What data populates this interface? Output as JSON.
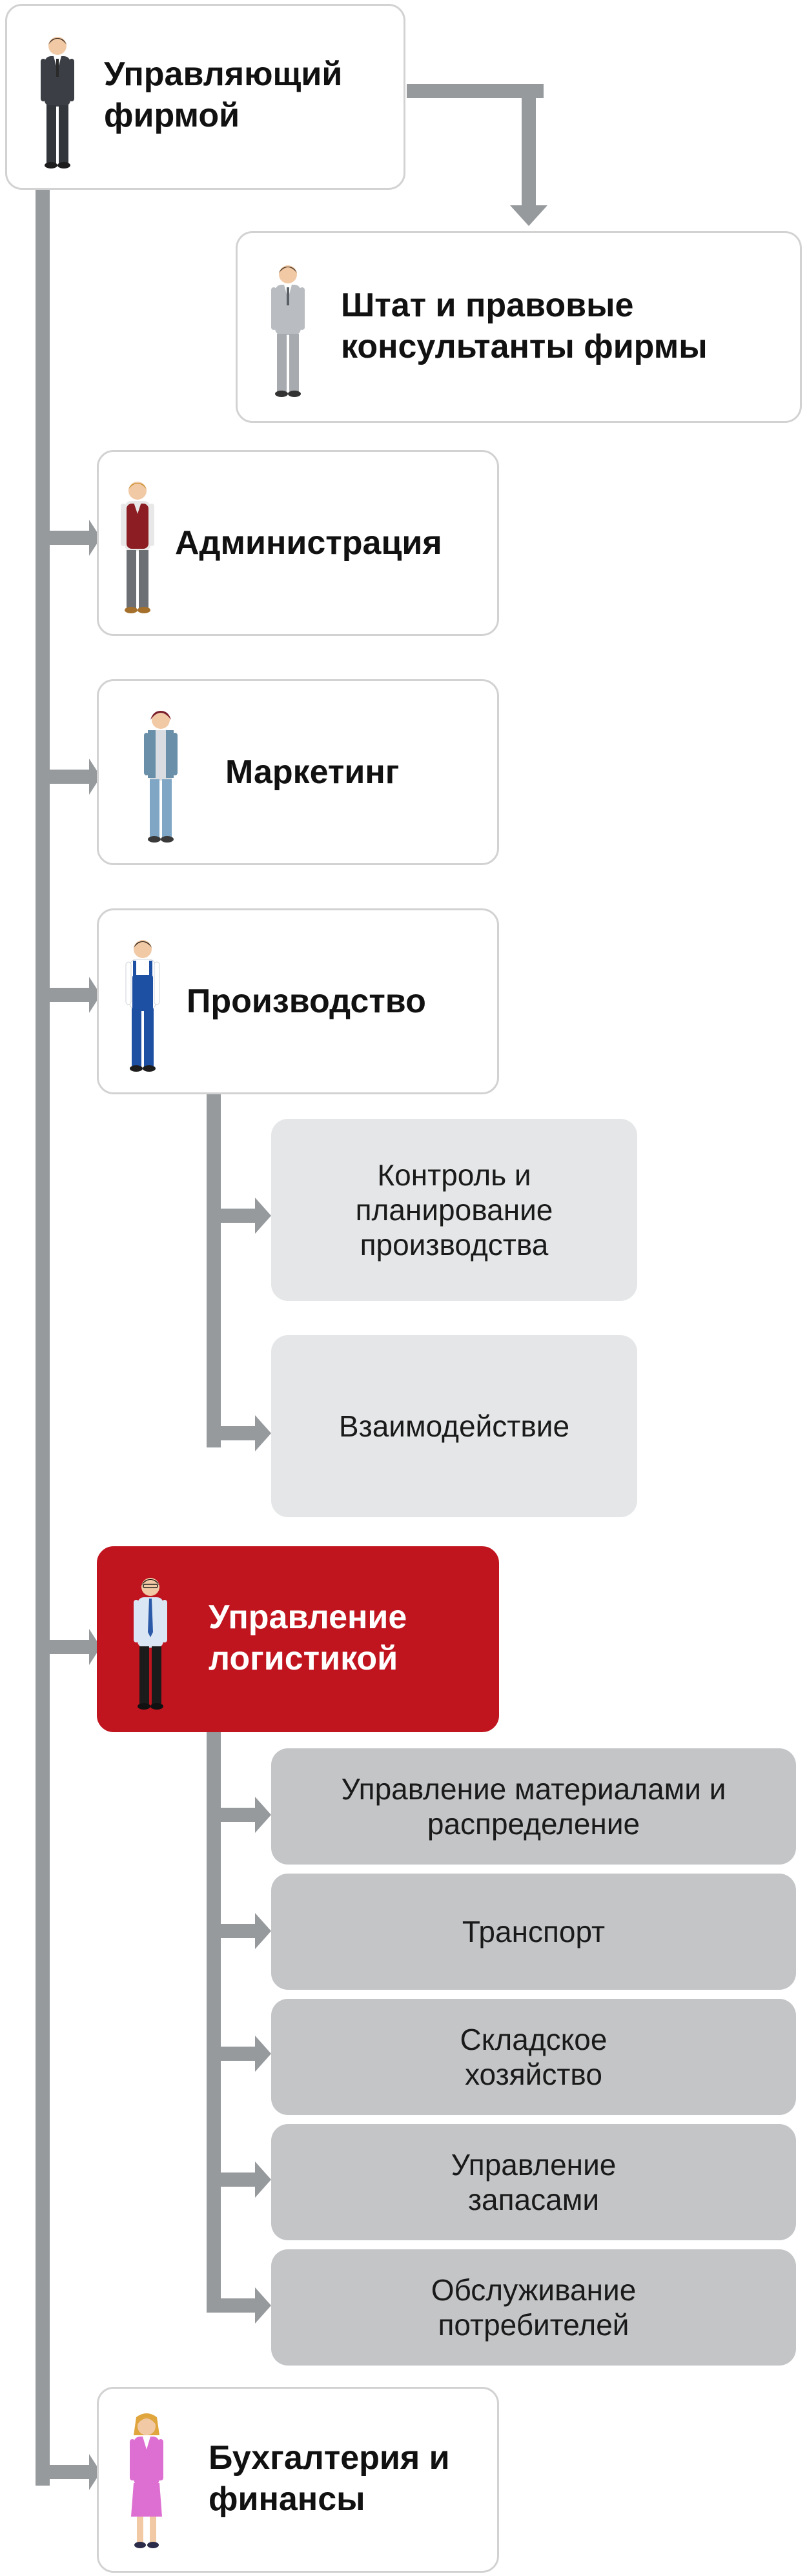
{
  "nodes": {
    "director": "Управляющий\nфирмой",
    "staff": "Штат и правовые\nконсультанты фирмы",
    "administration": "Администрация",
    "marketing": "Маркетинг",
    "production": "Производство",
    "production_children": [
      "Контроль и\nпланирование\nпроизводства",
      "Взаимодействие"
    ],
    "logistics": "Управление\nлогистикой",
    "logistics_children": [
      "Управление материалами и\nраспределение",
      "Транспорт",
      "Складское\nхозяйство",
      "Управление\nзапасами",
      "Обслуживание\nпотребителей"
    ],
    "finance": "Бухгалтерия и\nфинансы"
  },
  "icons": {
    "director": "man-dark-suit-icon",
    "staff": "man-gray-suit-icon",
    "administration": "man-red-vest-icon",
    "marketing": "man-casual-icon",
    "production": "worker-overalls-icon",
    "logistics": "man-white-shirt-tie-icon",
    "finance": "woman-pink-suit-icon"
  },
  "colors": {
    "connector": "#969a9d",
    "highlight": "#c0141f",
    "box_border": "#d2d2d2",
    "light_box": "#e4e6e7",
    "mid_box": "#c3c5c7"
  }
}
